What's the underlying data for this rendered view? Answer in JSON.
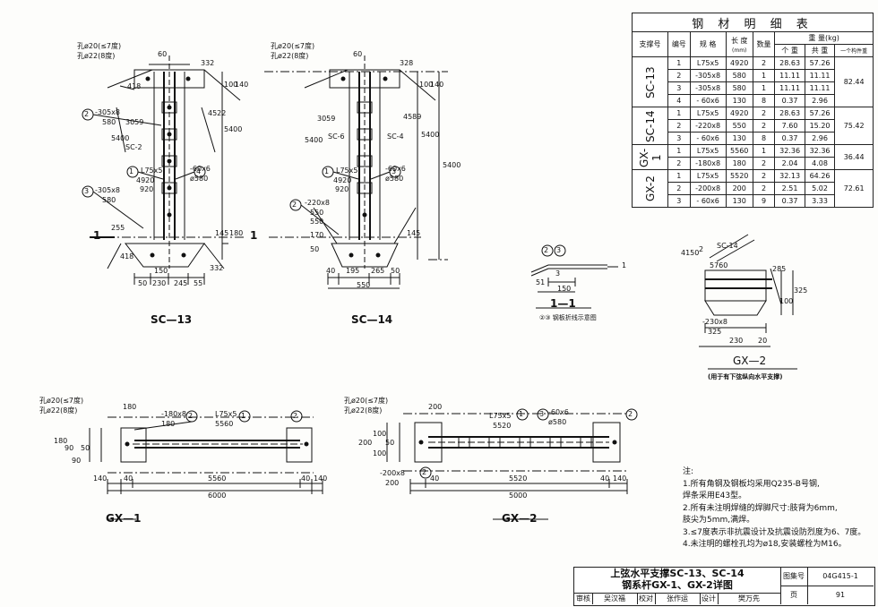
{
  "table": {
    "title": "钢 材 明 细 表",
    "headers": {
      "support_no": "支撑号",
      "item_no": "编号",
      "spec": "规 格",
      "length": "长 度",
      "length_unit": "(mm)",
      "qty": "数量",
      "weight": "重 量(kg)",
      "unit_w": "个 重",
      "total_w": "共 重",
      "per_item": "一个构件重"
    },
    "groups": [
      {
        "name": "SC-13",
        "total": "82.44",
        "rows": [
          {
            "no": "1",
            "spec": "L75x5",
            "len": "4920",
            "qty": "2",
            "unit": "28.63",
            "sum": "57.26"
          },
          {
            "no": "2",
            "spec": "-305x8",
            "len": "580",
            "qty": "1",
            "unit": "11.11",
            "sum": "11.11"
          },
          {
            "no": "3",
            "spec": "-305x8",
            "len": "580",
            "qty": "1",
            "unit": "11.11",
            "sum": "11.11"
          },
          {
            "no": "4",
            "spec": "- 60x6",
            "len": "130",
            "qty": "8",
            "unit": "0.37",
            "sum": "2.96"
          }
        ]
      },
      {
        "name": "SC-14",
        "total": "75.42",
        "rows": [
          {
            "no": "1",
            "spec": "L75x5",
            "len": "4920",
            "qty": "2",
            "unit": "28.63",
            "sum": "57.26"
          },
          {
            "no": "2",
            "spec": "-220x8",
            "len": "550",
            "qty": "2",
            "unit": "7.60",
            "sum": "15.20"
          },
          {
            "no": "3",
            "spec": "- 60x6",
            "len": "130",
            "qty": "8",
            "unit": "0.37",
            "sum": "2.96"
          }
        ]
      },
      {
        "name": "GX-1",
        "total": "36.44",
        "rows": [
          {
            "no": "1",
            "spec": "L75x5",
            "len": "5560",
            "qty": "1",
            "unit": "32.36",
            "sum": "32.36"
          },
          {
            "no": "2",
            "spec": "-180x8",
            "len": "180",
            "qty": "2",
            "unit": "2.04",
            "sum": "4.08"
          }
        ]
      },
      {
        "name": "GX-2",
        "total": "72.61",
        "rows": [
          {
            "no": "1",
            "spec": "L75x5",
            "len": "5520",
            "qty": "2",
            "unit": "32.13",
            "sum": "64.26"
          },
          {
            "no": "2",
            "spec": "-200x8",
            "len": "200",
            "qty": "2",
            "unit": "2.51",
            "sum": "5.02"
          },
          {
            "no": "3",
            "spec": "- 60x6",
            "len": "130",
            "qty": "9",
            "unit": "0.37",
            "sum": "3.33"
          }
        ]
      }
    ]
  },
  "drawings": {
    "sc13": {
      "caption": "SC—13",
      "hole1": "孔ø20(≤7度)",
      "hole2": "孔ø22(8度)",
      "p2": "-305x8",
      "p2len": "580",
      "p1": "L75x5",
      "p1len": "4920",
      "p3": "-305x8",
      "p3len": "580",
      "p4": "-60x6",
      "p4hole": "ø580",
      "dims_bottom": [
        "50",
        "230",
        "245",
        "55"
      ],
      "dim_150": "150",
      "label_sc2": "SC-2",
      "dim_5400": "5400",
      "dim_3059": "3059",
      "dim_4522": "4522",
      "dim_332": "332",
      "dim_418": "418",
      "dim_920": "920",
      "dim_255": "255",
      "dim_50": "50",
      "dim_60": "60",
      "dim_100": "100",
      "dim_140": "140",
      "dim_145": "145",
      "dim_180": "180",
      "dim_332b": "332",
      "dim_418b": "418"
    },
    "sc14": {
      "caption": "SC—14",
      "hole1": "孔ø20(≤7度)",
      "hole2": "孔ø22(8度)",
      "p2": "-220x8",
      "p2len": "550",
      "p1": "L75x5",
      "p1len": "4920",
      "p3": "-60x6",
      "p3hole": "ø580",
      "dims_bottom": [
        "40",
        "195",
        "265",
        "50"
      ],
      "dim_550": "550",
      "label_sc6": "SC-6",
      "label_sc4": "SC-4",
      "dim_5400": "5400",
      "dim_3059": "3059",
      "dim_4589": "4589",
      "dim_328": "328",
      "dim_920": "920",
      "dim_170": "170",
      "dim_50": "50",
      "dim_60": "60",
      "dim_100": "100",
      "dim_140": "140",
      "dim_145": "145"
    },
    "section": {
      "caption": "1—1",
      "sub": "②③ 钢板折线示意图",
      "d3": "3",
      "d51": "51",
      "d150": "150",
      "marker": "1"
    },
    "gx2_detail": {
      "caption": "GX—2",
      "note": "(用于有下弦纵向水平支撑)",
      "d4150": "4150",
      "d5760": "5760",
      "d285": "285",
      "dsc": "SC-14",
      "d100": "100",
      "d325": "325",
      "p2": "-230x8",
      "d325b": "325",
      "d230": "230",
      "d20": "20"
    },
    "gx1": {
      "caption": "GX—1",
      "hole1": "孔ø20(≤7度)",
      "hole2": "孔ø22(8度)",
      "p2": "-180x8",
      "p2b": "180",
      "p1": "L75x5",
      "p1len": "5560",
      "d180": "180",
      "d5560": "5560",
      "d6000": "6000",
      "d140": "140",
      "d40": "40",
      "side": [
        "90",
        "180",
        "50",
        "90"
      ]
    },
    "gx2": {
      "caption": "GX—2",
      "hole1": "孔ø20(≤7度)",
      "hole2": "孔ø22(8度)",
      "p1": "L75x5",
      "p1len": "5520",
      "p3": "-60x6",
      "p3hole": "ø580",
      "p2": "-200x8",
      "p2b": "200",
      "d200": "200",
      "d5520": "5520",
      "d5000": "5000",
      "d140": "140",
      "d40": "40",
      "side": [
        "200",
        "100",
        "50",
        "100"
      ]
    }
  },
  "notes": {
    "head": "注:",
    "lines": [
      "1.所有角钢及钢板均采用Q235-B号钢,",
      "  焊条采用E43型。",
      "2.所有未注明焊缝的焊脚尺寸:肢背为6mm,",
      "  肢尖为5mm,满焊。",
      "3.≤7度表示非抗震设计及抗震设防烈度为6、7度。",
      "4.未注明的螺栓孔均为ø18,安装螺栓为M16。"
    ]
  },
  "title_block": {
    "title_line1": "上弦水平支撑SC-13、SC-14",
    "title_line2": "钢系杆GX-1、GX-2详图",
    "atlas_label": "图集号",
    "atlas_no": "04G415-1",
    "page_label": "页",
    "page_no": "91",
    "review": "审核",
    "reviewer": "吴汉福",
    "check": "校对",
    "checker": "张作运",
    "design": "设计",
    "designer": "樊万先"
  }
}
